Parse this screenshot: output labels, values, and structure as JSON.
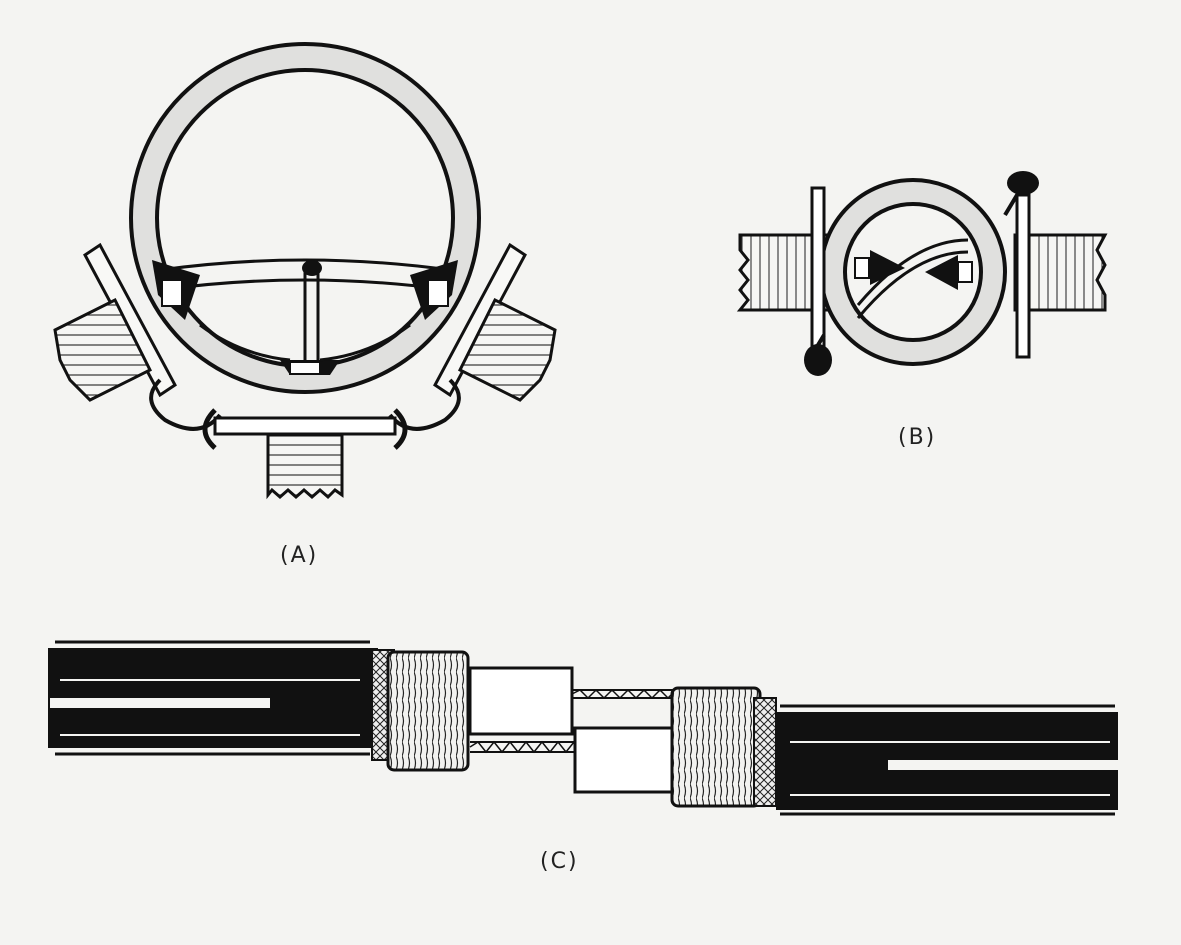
{
  "panels": {
    "a": {
      "label": "(A)"
    },
    "b": {
      "label": "(B)"
    },
    "c": {
      "label": "(C)"
    }
  },
  "colors": {
    "ink": "#1a1a1a",
    "paper": "#f4f4f2",
    "ring_fill": "#e2e2e0",
    "tape_fill": "#ffffff"
  }
}
